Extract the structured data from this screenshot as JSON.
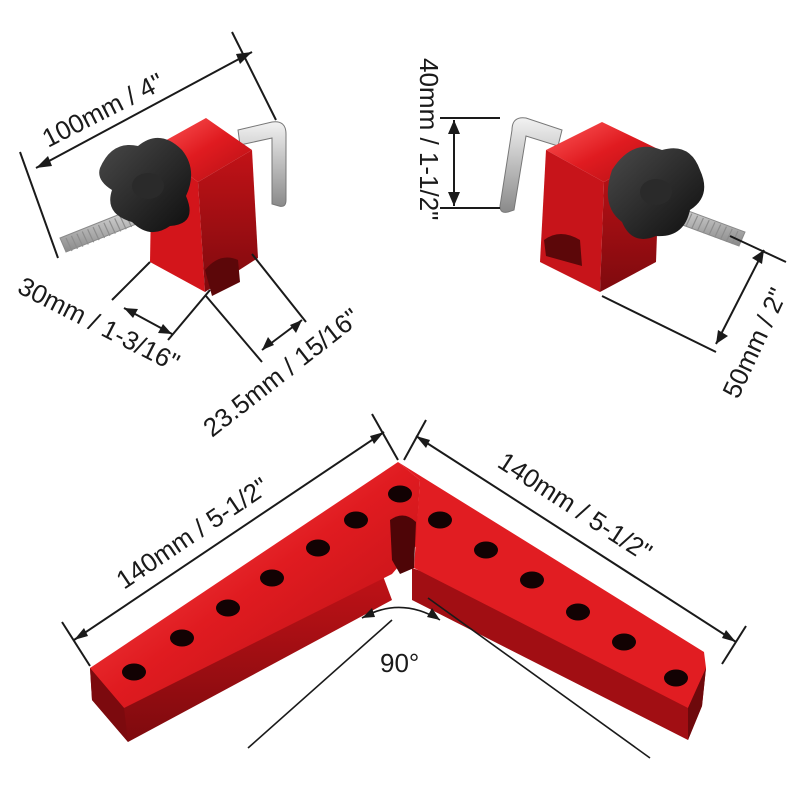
{
  "labels": {
    "clamp_length": "100mm / 4\"",
    "clamp_height": "40mm / 1-1/2\"",
    "clamp_width": "30mm / 1-3/16\"",
    "clamp_slot": "23.5mm / 15/16\"",
    "clamp_depth": "50mm / 2\"",
    "arm_left": "140mm / 5-1/2\"",
    "arm_right": "140mm / 5-1/2\"",
    "angle": "90°"
  },
  "colors": {
    "aluminum_red": "#d8151b",
    "aluminum_dark": "#9c0d12",
    "aluminum_light": "#ff4a4a",
    "knob_black": "#1b1b1b",
    "steel": "#c9c9c9"
  }
}
